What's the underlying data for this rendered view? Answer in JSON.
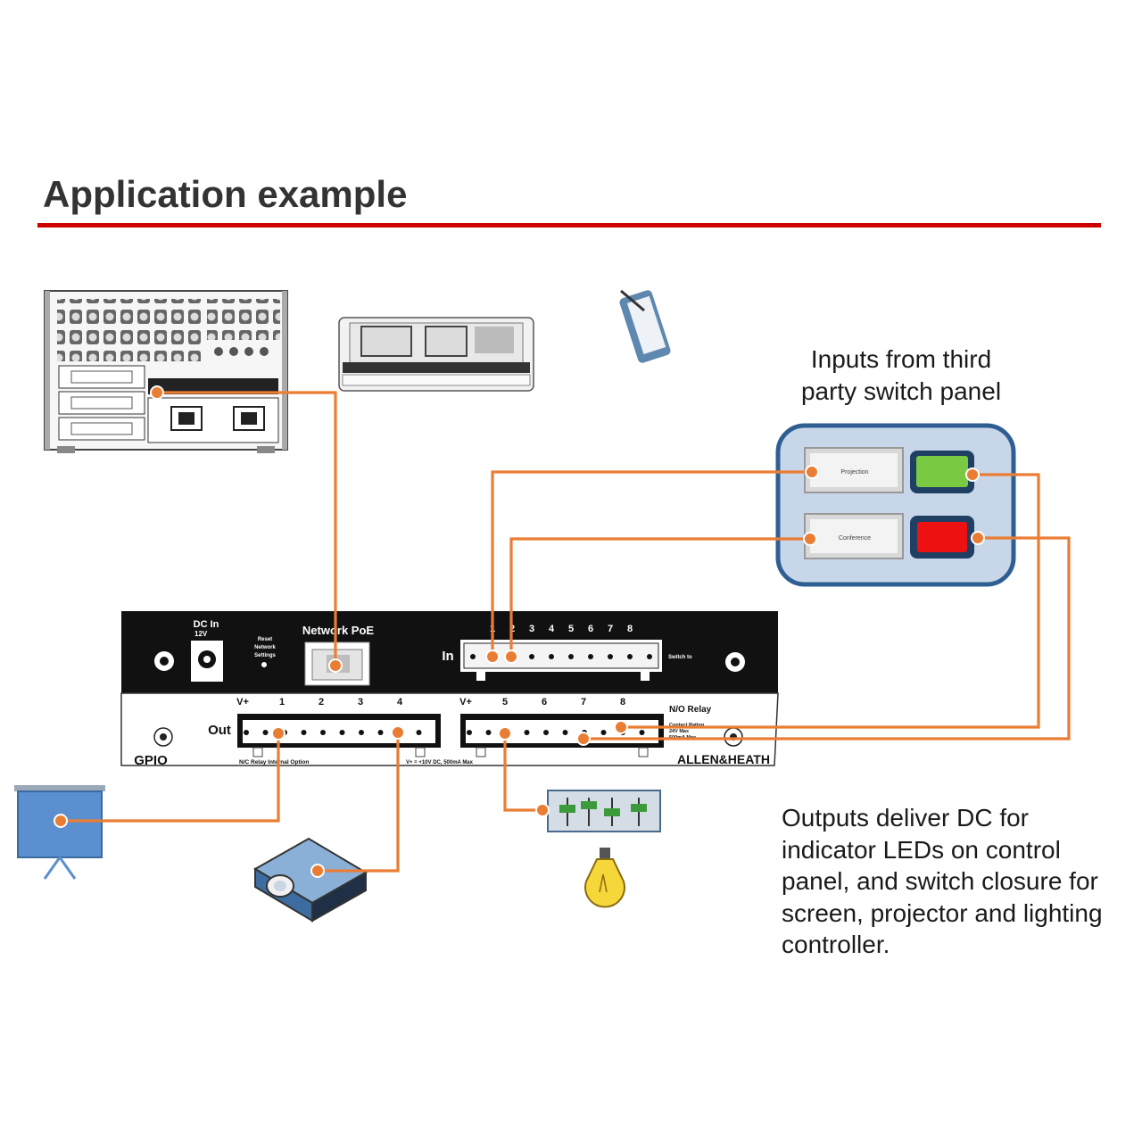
{
  "title": "Application example",
  "accent_color": "#cc0000",
  "wire_color": "#ea7d34",
  "captions": {
    "inputs": [
      "Inputs from third",
      "party switch panel"
    ],
    "outputs": [
      "Outputs deliver DC for",
      "indicator LEDs on control",
      "panel, and switch closure for",
      "screen, projector and lighting",
      "controller."
    ]
  },
  "switch_panel": {
    "button_1_label": "Projection",
    "button_2_label": "Conference",
    "led_1_color": "#7ac943",
    "led_2_color": "#ee1111"
  },
  "gpio_unit": {
    "dc_in_label": "DC In",
    "dc_spec": "12V",
    "reset_label": [
      "Reset",
      "Network",
      "Settings"
    ],
    "network_label": "Network PoE",
    "in_label": "In",
    "out_label": "Out",
    "input_numbers": [
      "1",
      "2",
      "3",
      "4",
      "5",
      "6",
      "7",
      "8"
    ],
    "output_numbers_left": [
      "V+",
      "1",
      "2",
      "3",
      "4"
    ],
    "output_numbers_right": [
      "V+",
      "5",
      "6",
      "7",
      "8"
    ],
    "switch_to_label": "Switch to",
    "relay_label": "N/O Relay",
    "contact_rating": [
      "Contact Rating",
      "24V Max",
      "500mA Max"
    ],
    "nc_relay_label": "N/C Relay Internal Option",
    "vplus_label": "V+ = +10V DC, 500mA Max",
    "gpio_label": "GPIO",
    "brand": "ALLEN&HEATH"
  },
  "devices": [
    "stagebox-icon",
    "mixer-surface-icon",
    "tablet-icon",
    "projection-screen-icon",
    "projector-icon",
    "lighting-controller-icon",
    "light-bulb-icon"
  ]
}
